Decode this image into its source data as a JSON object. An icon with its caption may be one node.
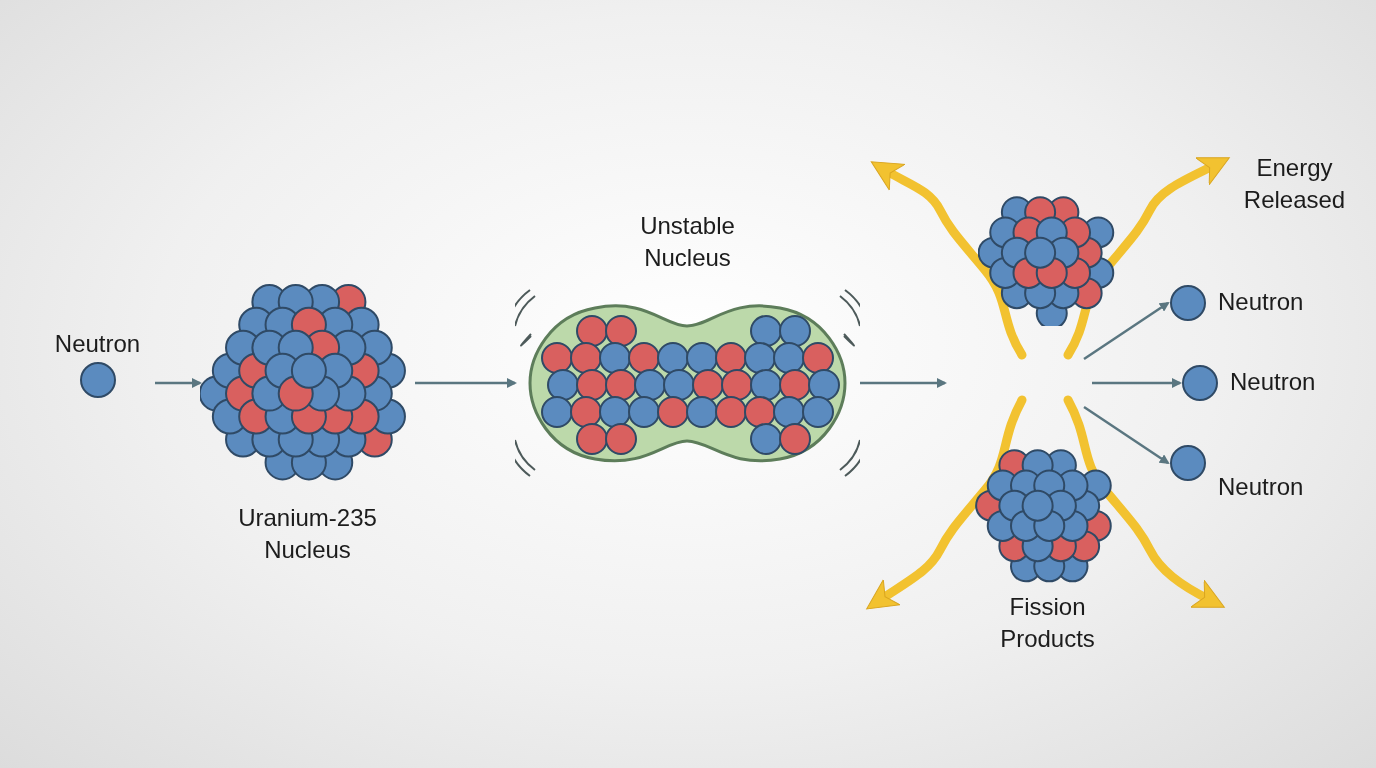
{
  "diagram": {
    "nodes": [
      {
        "text": [
          "Neutron"
        ]
      },
      {
        "text": [
          "Uranium-235 Nucleus"
        ]
      },
      {
        "text": [
          "Unstable Nucleus"
        ]
      },
      {
        "text": [],
        "shape": "picture"
      },
      {
        "text": [
          "Fission Products"
        ]
      },
      {
        "text": [
          "Neutron"
        ]
      },
      {
        "text": [
          "Neutron"
        ]
      },
      {
        "text": [
          "Neutron"
        ]
      }
    ],
    "edges": [
      {
        "from": 0,
        "to": 1,
        "arrow": "to"
      },
      {
        "from": 1,
        "to": 2,
        "arrow": "to"
      },
      {
        "from": 2,
        "to": null,
        "arrow": "to"
      },
      {
        "from": null,
        "to": 5,
        "arrow": "to"
      },
      {
        "from": null,
        "to": 6,
        "arrow": "to"
      },
      {
        "from": null,
        "to": 7,
        "arrow": "to"
      }
    ],
    "labels": [
      "Energy Released"
    ]
  }
}
